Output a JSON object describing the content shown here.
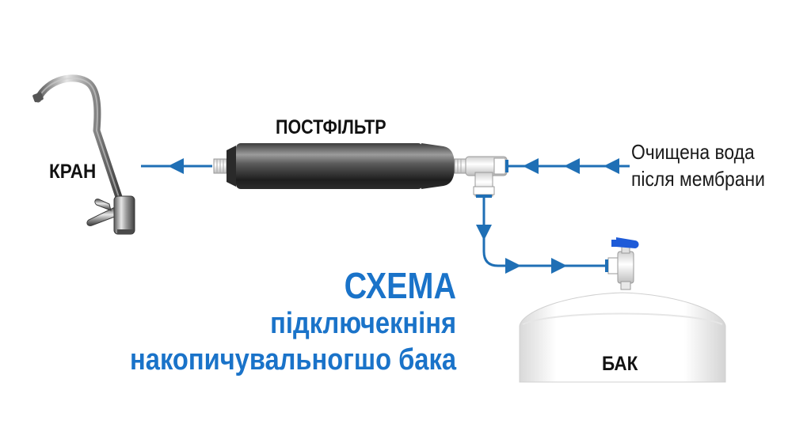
{
  "labels": {
    "faucet": "КРАН",
    "postfilter": "ПОСТФІЛЬТР",
    "tank": "БАК",
    "source_line1": "Очищена вода",
    "source_line2": "після мембрани"
  },
  "title": {
    "line1": "СХЕМА",
    "line2": "підключекніня",
    "line3": "накопичувальногшо бака"
  },
  "colors": {
    "pipe": "#1f6fb5",
    "title": "#1a73c9",
    "valve_handle": "#1e5bd8"
  },
  "icons": {
    "faucet": "faucet-icon",
    "filter": "filter-cartridge-icon",
    "tee": "tee-fitting-icon",
    "valve": "tank-valve-icon",
    "tank": "storage-tank-icon"
  }
}
